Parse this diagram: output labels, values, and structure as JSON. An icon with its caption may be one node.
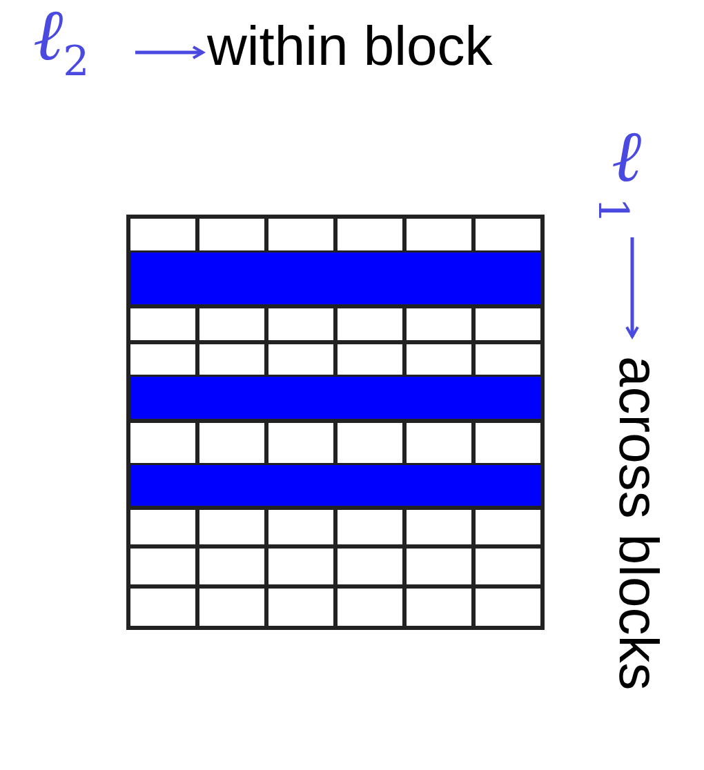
{
  "diagram": {
    "labels": [
      "ℓ$_{2}$",
      "within block",
      "ℓ$_{1}$",
      "across blocks"
    ]
  }
}
